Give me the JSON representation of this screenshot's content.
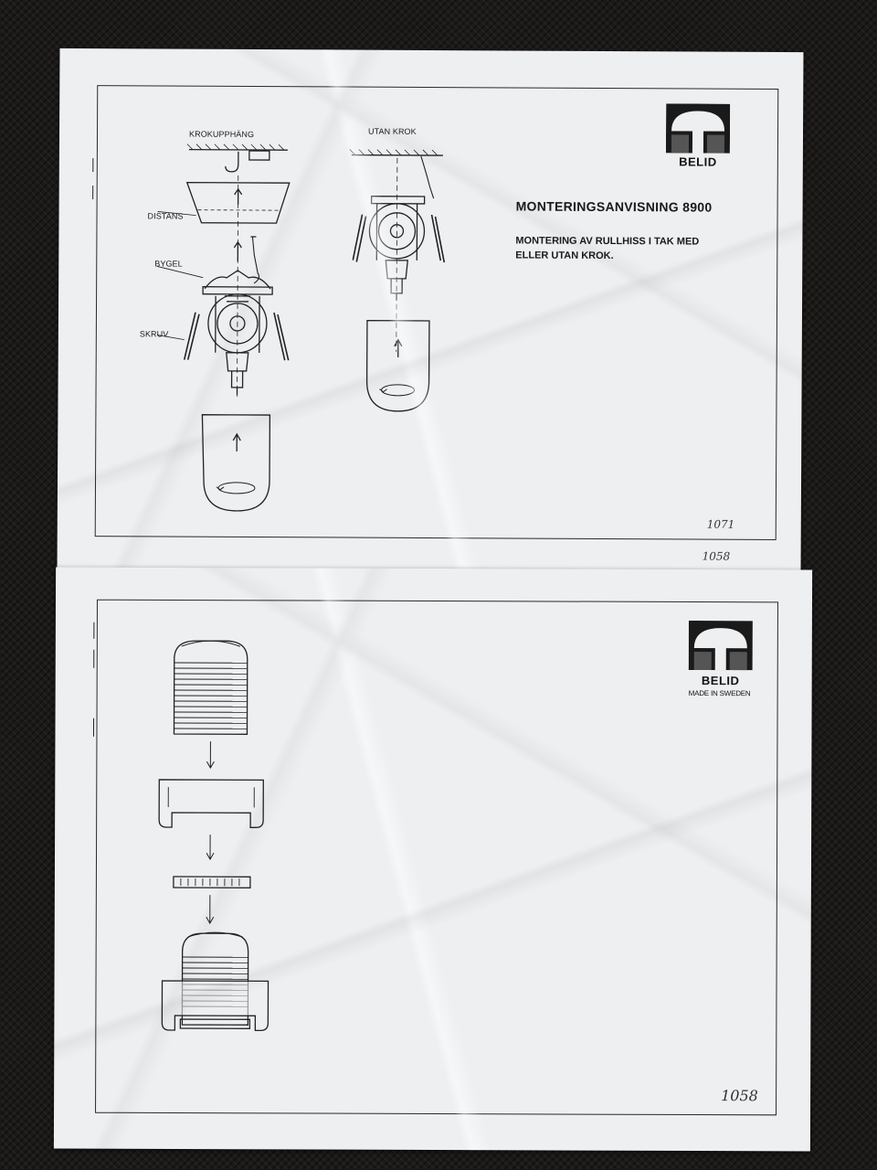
{
  "top_sheet": {
    "brand": "BELID",
    "title": "MONTERINGSANVISNING 8900",
    "subtitle_line1": "MONTERING AV RULLHISS I TAK MED",
    "subtitle_line2": "ELLER  UTAN KROK.",
    "labels": {
      "krokupphang": "KROKUPPHÄNG",
      "utan_krok": "UTAN KROK",
      "distans": "DISTANS",
      "bygel": "BYGEL",
      "skruv": "SKRUV"
    },
    "handwritten_number": "1071",
    "handwritten_overflow": "1058"
  },
  "bottom_sheet": {
    "brand": "BELID",
    "made_in": "MADE IN SWEDEN",
    "handwritten_number": "1058"
  }
}
